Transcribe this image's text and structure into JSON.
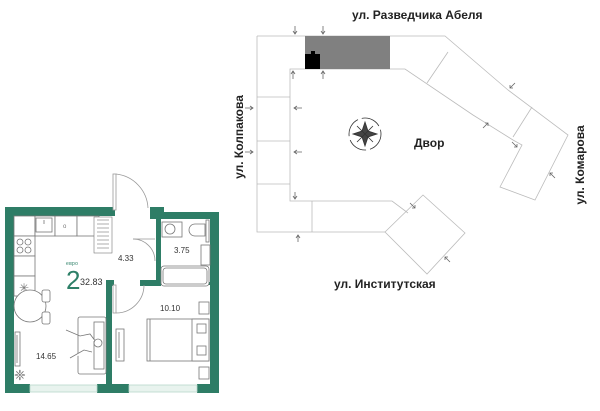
{
  "floor_plan": {
    "room_count": "2",
    "room_count_label": "евро",
    "total_area": "32.83",
    "rooms": [
      {
        "name": "kitchen-living",
        "area": "14.65"
      },
      {
        "name": "hallway",
        "area": "4.33"
      },
      {
        "name": "bathroom",
        "area": "3.75"
      },
      {
        "name": "bedroom",
        "area": "10.10"
      }
    ],
    "colors": {
      "wall": "#2e7d66",
      "window": "#cfe6dc",
      "furniture_line": "#666666"
    }
  },
  "site_plan": {
    "courtyard_label": "Двор",
    "streets": {
      "top": "ул. Разведчика Абеля",
      "left": "ул. Колпакова",
      "right": "ул. Комарова",
      "bottom": "ул. Институтская"
    },
    "colors": {
      "highlighted_section": "#808080",
      "apartment_marker": "#000000",
      "outline": "#bbbbbb"
    }
  }
}
